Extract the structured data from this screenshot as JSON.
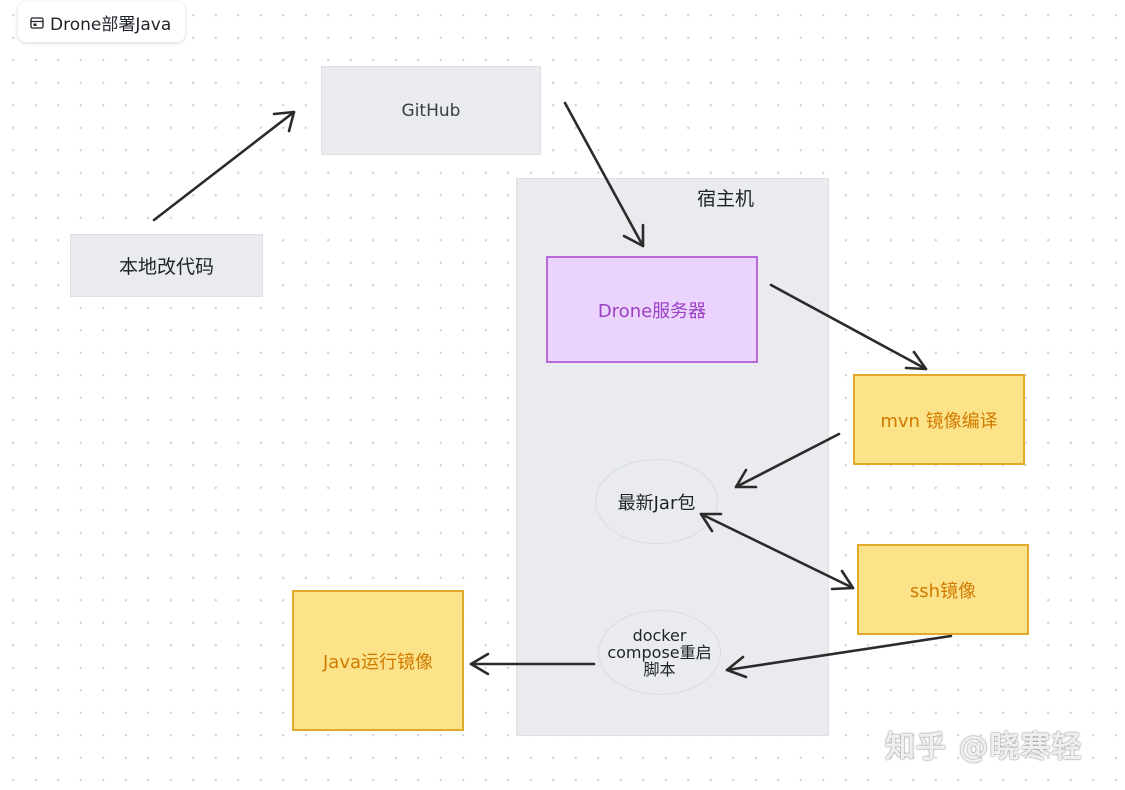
{
  "frame": {
    "title": "Drone部署Java",
    "icon": "frame-icon"
  },
  "nodes": {
    "local_code": "本地改代码",
    "github": "GitHub",
    "host": "宿主机",
    "drone_server": "Drone服务器",
    "mvn_image": "mvn 镜像编译",
    "latest_jar": "最新Jar包",
    "ssh_image": "ssh镜像",
    "docker_compose_line1": "docker",
    "docker_compose_line2": "compose重启",
    "docker_compose_line3": "脚本",
    "java_runtime": "Java运行镜像"
  },
  "colors": {
    "grey_fill": "#e9ebee",
    "purple_fill": "#ead4fd",
    "purple_border": "#b86ad8",
    "purple_text": "#9b3fc3",
    "yellow_fill": "#fce38a",
    "yellow_border": "#e2a92a",
    "yellow_text": "#d07a00",
    "arrow": "#2b2b2b"
  },
  "watermark": "知乎 @晓寒轻"
}
